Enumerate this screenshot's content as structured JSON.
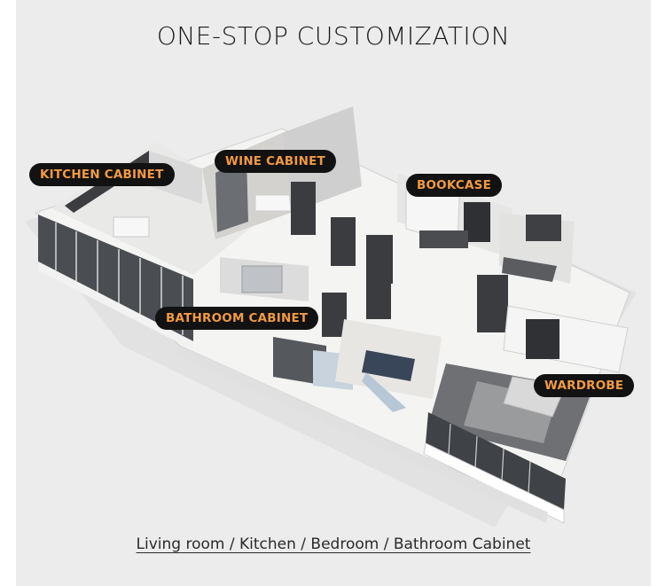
{
  "title": "ONE-STOP CUSTOMIZATION",
  "labels": {
    "kitchen": "KITCHEN CABINET",
    "wine": "WINE CABINET",
    "bookcase": "BOOKCASE",
    "bathroom": "BATHROOM CABINET",
    "wardrobe": "WARDROBE"
  },
  "caption": "Living room / Kitchen / Bedroom / Bathroom Cabinet",
  "colors": {
    "background": "#ececec",
    "label_bg": "#121212",
    "label_text": "#f39a3e"
  }
}
